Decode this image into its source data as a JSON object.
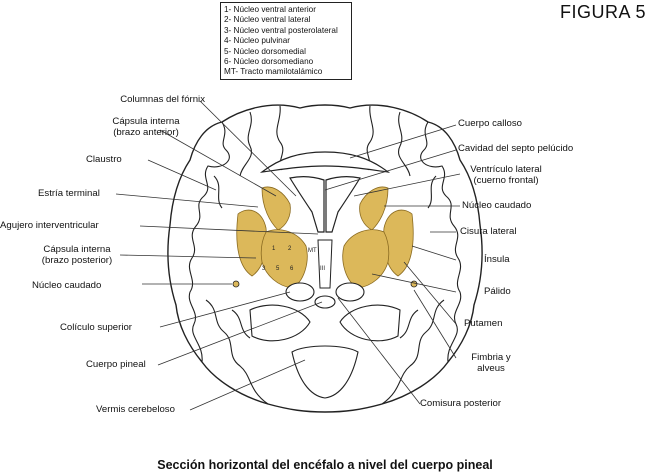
{
  "figure_label": "FIGURA 5",
  "legend": [
    "1- Núcleo ventral anterior",
    "2- Núcleo ventral lateral",
    "3- Núcleo ventral posterolateral",
    "4- Núcleo pulvinar",
    "5- Núcleo dorsomedial",
    "6- Núcleo dorsomediano",
    "MT- Tracto mamilotalámico"
  ],
  "labels_left": {
    "columnas_fornix": "Columnas del fórnix",
    "capsula_anterior_1": "Cápsula interna",
    "capsula_anterior_2": "(brazo anterior)",
    "claustro": "Claustro",
    "estria_terminal": "Estría terminal",
    "agujero_interventricular": "Agujero interventricular",
    "capsula_posterior_1": "Cápsula interna",
    "capsula_posterior_2": "(brazo posterior)",
    "nucleo_caudado": "Núcleo caudado",
    "coliculo_superior": "Colículo superior",
    "cuerpo_pineal": "Cuerpo pineal",
    "vermis": "Vermis cerebeloso"
  },
  "labels_right": {
    "cuerpo_calloso": "Cuerpo calloso",
    "septo": "Cavidad del septo pelúcido",
    "ventriculo_1": "Ventrículo lateral",
    "ventriculo_2": "(cuerno frontal)",
    "nucleo_caudado": "Núcleo caudado",
    "cisura_lateral": "Cisura lateral",
    "insula": "Ínsula",
    "palido": "Pálido",
    "putamen": "Putamen",
    "fimbria_1": "Fimbria y",
    "fimbria_2": "alveus",
    "comisura_posterior": "Comisura posterior"
  },
  "inner_marks": {
    "n1": "1",
    "n2": "2",
    "n3": "3",
    "n5": "5",
    "n6": "6",
    "mt": "MT",
    "iii": "III"
  },
  "caption": "Sección horizontal del encéfalo a nivel del cuerpo pineal",
  "colors": {
    "nuclei": "#dcb85a",
    "outline": "#222222",
    "lines": "#333333"
  }
}
